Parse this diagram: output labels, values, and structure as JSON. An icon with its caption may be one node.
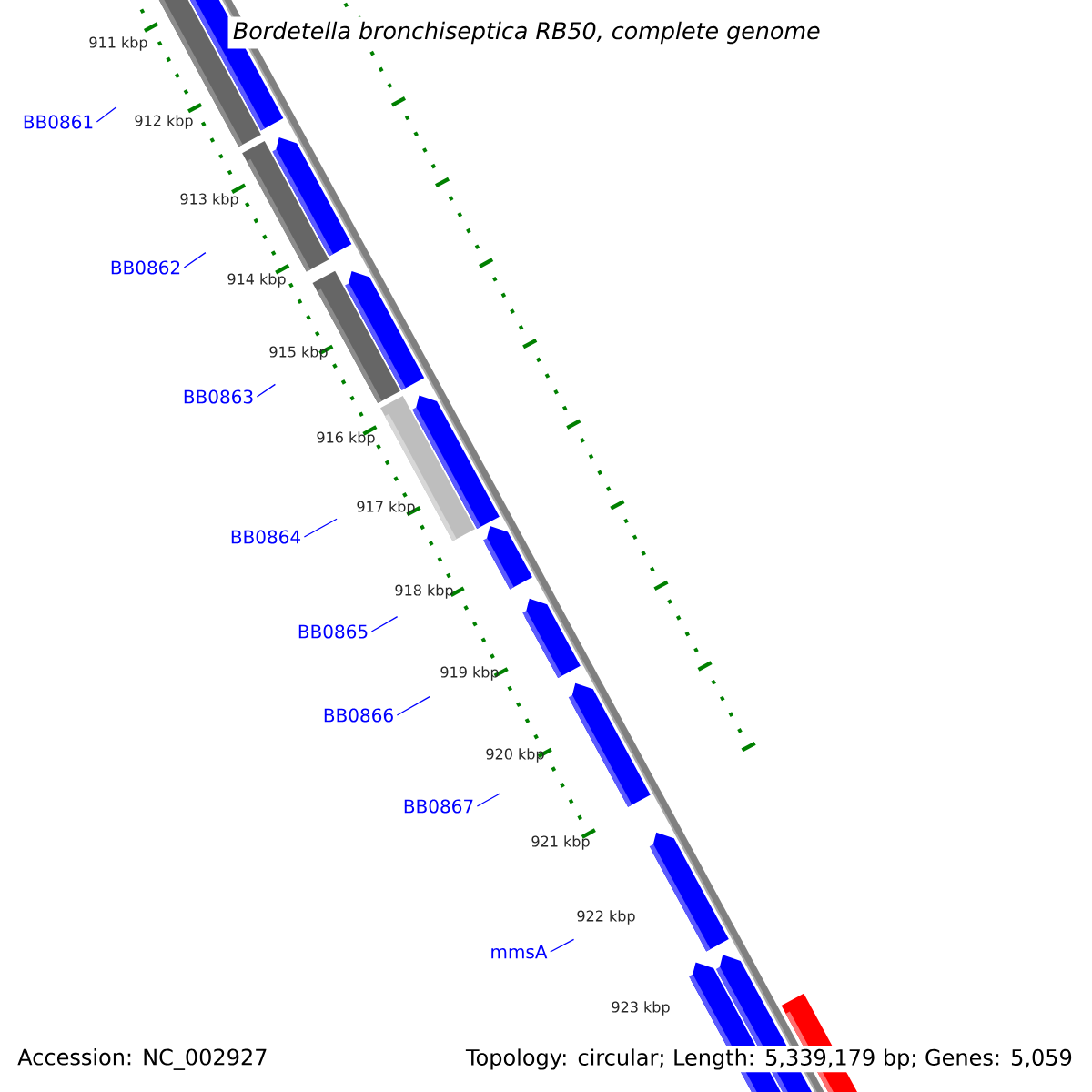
{
  "diagram": {
    "title": "Bordetella bronchiseptica RB50, complete genome",
    "nodes": [
      {
        "text": [
          "BB0861"
        ]
      },
      {
        "text": [
          "BB0862"
        ]
      },
      {
        "text": [
          "BB0863"
        ]
      },
      {
        "text": [
          "BB0864"
        ]
      },
      {
        "text": [
          "BB0865"
        ]
      },
      {
        "text": [
          "BB0866"
        ]
      },
      {
        "text": [
          "BB0867"
        ]
      },
      {
        "text": [
          "mmsA"
        ]
      }
    ],
    "edges": [
      {
        "from": 0,
        "to": null,
        "arrow": "none"
      },
      {
        "from": 1,
        "to": null,
        "arrow": "none"
      },
      {
        "from": 2,
        "to": null,
        "arrow": "none"
      },
      {
        "from": 3,
        "to": null,
        "arrow": "none"
      },
      {
        "from": 4,
        "to": null,
        "arrow": "none"
      },
      {
        "from": 5,
        "to": null,
        "arrow": "none"
      },
      {
        "from": 6,
        "to": null,
        "arrow": "none"
      },
      {
        "from": 7,
        "to": null,
        "arrow": "none"
      }
    ],
    "labels": [
      "911 kbp",
      "912 kbp",
      "913 kbp",
      "914 kbp",
      "915 kbp",
      "916 kbp",
      "917 kbp",
      "918 kbp",
      "919 kbp",
      "920 kbp",
      "921 kbp",
      "922 kbp",
      "923 kbp",
      "Accession: NC_002927",
      "Topology: circular; Length: 5,339,179 bp; Genes: 5,059"
    ]
  }
}
